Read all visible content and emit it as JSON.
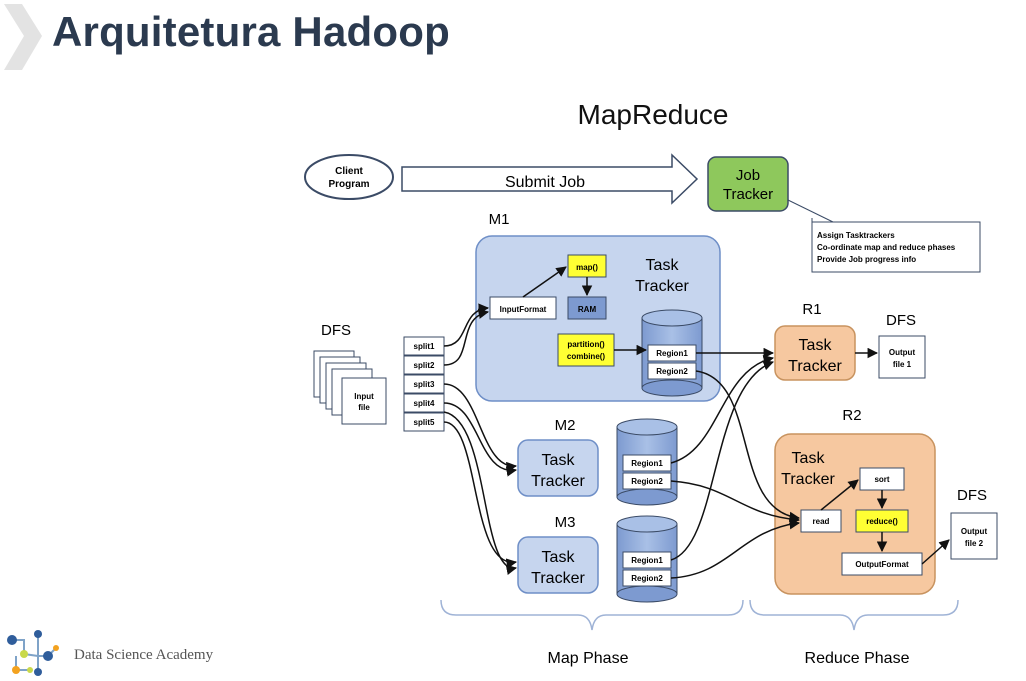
{
  "slide": {
    "title": "Arquitetura Hadoop",
    "brand": "Data Science Academy"
  },
  "diagram": {
    "heading": "MapReduce",
    "client": [
      "Client",
      "Program"
    ],
    "submit_job": "Submit Job",
    "job_tracker": [
      "Job",
      "Tracker"
    ],
    "job_tracker_notes": [
      "Assign Tasktrackers",
      "Co-ordinate map and reduce phases",
      "Provide Job progress info"
    ],
    "dfs_label": "DFS",
    "input_file": [
      "Input",
      "file"
    ],
    "splits": [
      "split1",
      "split2",
      "split3",
      "split4",
      "split5"
    ],
    "m1": {
      "label": "M1",
      "task_tracker": [
        "Task",
        "Tracker"
      ],
      "input_format": "InputFormat",
      "map": "map()",
      "ram": "RAM",
      "partition_combine": [
        "partition()",
        "combine()"
      ],
      "regions": [
        "Region1",
        "Region2"
      ]
    },
    "m2": {
      "label": "M2",
      "task_tracker": [
        "Task",
        "Tracker"
      ],
      "regions": [
        "Region1",
        "Region2"
      ]
    },
    "m3": {
      "label": "M3",
      "task_tracker": [
        "Task",
        "Tracker"
      ],
      "regions": [
        "Region1",
        "Region2"
      ]
    },
    "r1": {
      "label": "R1",
      "task_tracker": [
        "Task",
        "Tracker"
      ],
      "dfs_label": "DFS",
      "output": [
        "Output",
        "file 1"
      ]
    },
    "r2": {
      "label": "R2",
      "task_tracker": [
        "Task",
        "Tracker"
      ],
      "read": "read",
      "sort": "sort",
      "reduce": "reduce()",
      "output_format": "OutputFormat",
      "dfs_label": "DFS",
      "output": [
        "Output",
        "file 2"
      ]
    },
    "map_phase": "Map Phase",
    "reduce_phase": "Reduce Phase"
  },
  "colors": {
    "title": "#2b3a4f",
    "blue_box": "#c6d5ee",
    "orange_box": "#f6c8a0",
    "job_tracker": "#8ec85c",
    "highlight": "#ffff33"
  }
}
